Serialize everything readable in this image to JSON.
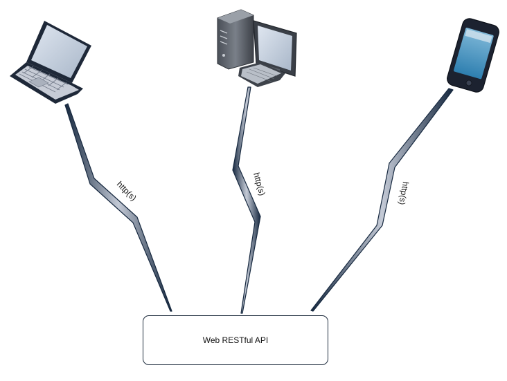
{
  "diagram": {
    "api_label": "Web RESTful API",
    "links": [
      {
        "id": "laptop-link",
        "label": "http(s)"
      },
      {
        "id": "desktop-link",
        "label": "http(s)"
      },
      {
        "id": "phone-link",
        "label": "http(s)"
      }
    ],
    "clients": [
      {
        "id": "laptop",
        "icon": "laptop-icon"
      },
      {
        "id": "desktop",
        "icon": "desktop-computer-icon"
      },
      {
        "id": "phone",
        "icon": "smartphone-icon"
      }
    ],
    "colors": {
      "bolt_dark": "#16283f",
      "bolt_light": "#c4cad6",
      "box_border": "#1d2b3c"
    }
  }
}
